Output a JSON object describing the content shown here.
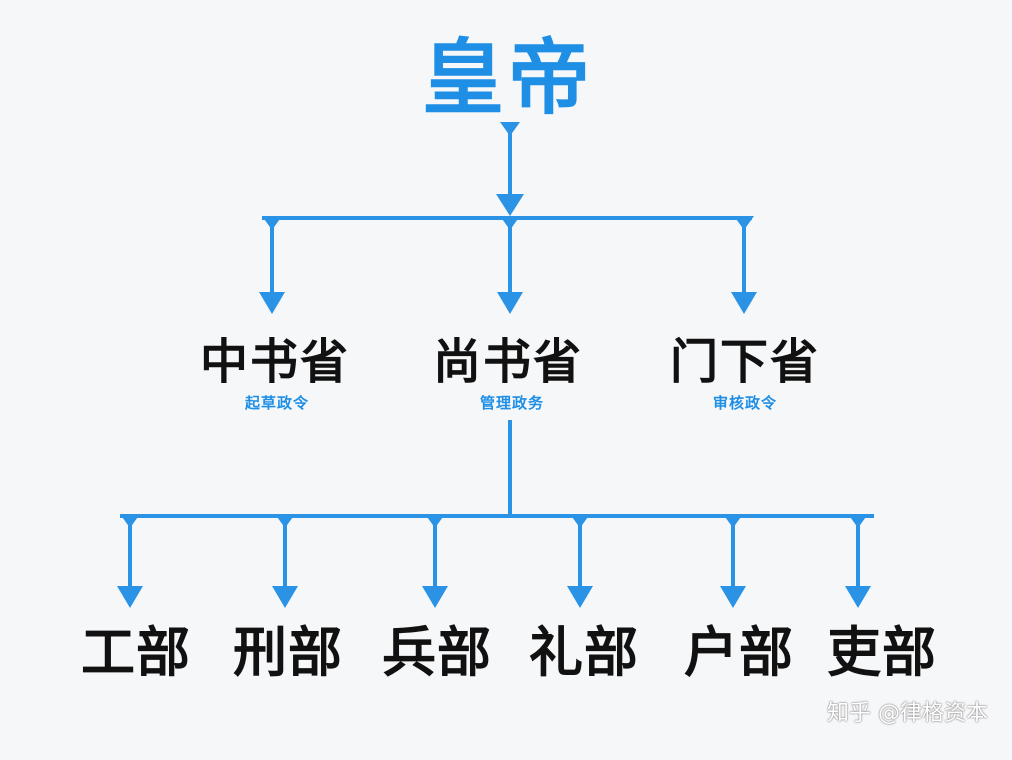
{
  "colors": {
    "accent": "#1f8fe6",
    "text": "#111111",
    "line": "#2a93e6"
  },
  "top": {
    "label": "皇帝"
  },
  "middle": [
    {
      "label": "中书省",
      "sub": "起草政令"
    },
    {
      "label": "尚书省",
      "sub": "管理政务"
    },
    {
      "label": "门下省",
      "sub": "审核政令"
    }
  ],
  "bottom": [
    {
      "label": "工部"
    },
    {
      "label": "刑部"
    },
    {
      "label": "兵部"
    },
    {
      "label": "礼部"
    },
    {
      "label": "户部"
    },
    {
      "label": "吏部"
    }
  ],
  "watermark": "知乎 @律格资本"
}
